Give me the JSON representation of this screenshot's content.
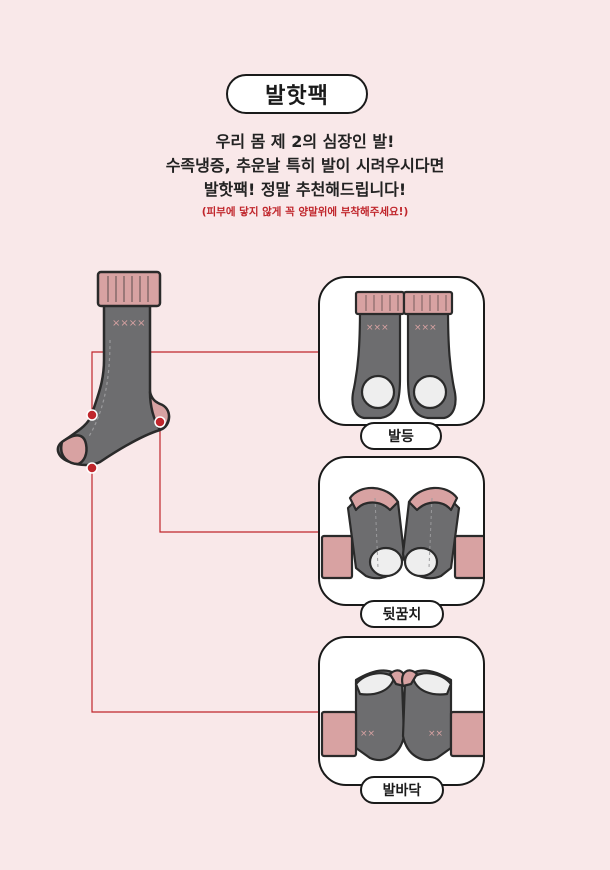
{
  "header": {
    "title": "발핫팩"
  },
  "intro": {
    "line1": "우리 몸 제 2의 심장인 발!",
    "line2": "수족냉증, 추운날 특히 발이 시려우시다면",
    "line3": "발핫팩! 정말 추천해드립니다!",
    "note": "(피부에 닿지 않게 꼭 양말위에 부착해주세요!)"
  },
  "panels": [
    {
      "label": "발등"
    },
    {
      "label": "뒷꿈치"
    },
    {
      "label": "발바닥"
    }
  ],
  "colors": {
    "background": "#f9e8e9",
    "sock_gray": "#6d6d6f",
    "sock_pink": "#d8a2a2",
    "leader_line": "#c0262c",
    "patch": "#eeeeee"
  }
}
